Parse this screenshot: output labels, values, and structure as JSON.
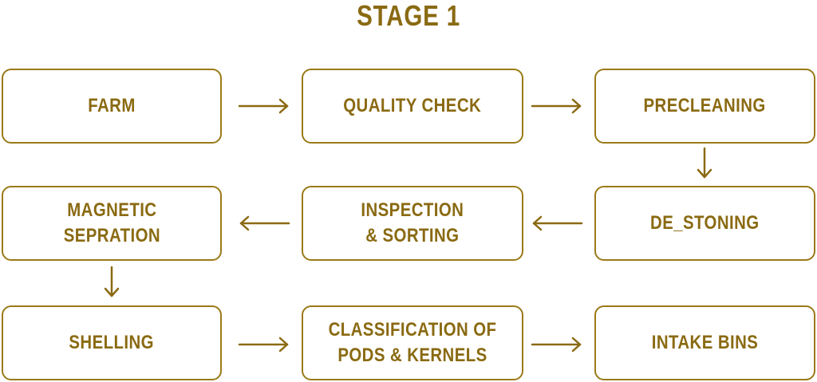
{
  "diagram": {
    "title": "STAGE 1",
    "steps": [
      "FARM",
      "QUALITY CHECK",
      "PRECLEANING",
      "DE_STONING",
      "INSPECTION\n& SORTING",
      "MAGNETIC\nSEPRATION",
      "SHELLING",
      "CLASSIFICATION OF\nPODS & KERNELS",
      "INTAKE BINS"
    ],
    "flow": [
      [
        "FARM",
        "QUALITY CHECK"
      ],
      [
        "QUALITY CHECK",
        "PRECLEANING"
      ],
      [
        "PRECLEANING",
        "DE_STONING"
      ],
      [
        "DE_STONING",
        "INSPECTION\n& SORTING"
      ],
      [
        "INSPECTION\n& SORTING",
        "MAGNETIC\nSEPRATION"
      ],
      [
        "MAGNETIC\nSEPRATION",
        "SHELLING"
      ],
      [
        "SHELLING",
        "CLASSIFICATION OF\nPODS & KERNELS"
      ],
      [
        "CLASSIFICATION OF\nPODS & KERNELS",
        "INTAKE BINS"
      ]
    ]
  },
  "colors": {
    "box_border": "#9a7a18",
    "text": "#8a6a12",
    "arrow": "#8a6a12"
  }
}
